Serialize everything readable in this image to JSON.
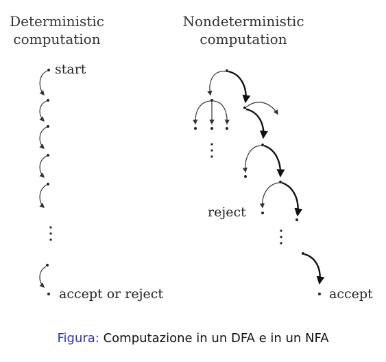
{
  "left_panel": {
    "title_line1": "Deterministic",
    "title_line2": "computation",
    "start_label": "start",
    "end_label": "accept or reject"
  },
  "right_panel": {
    "title_line1": "Nondeterministic",
    "title_line2": "computation",
    "reject_label": "reject",
    "accept_label": "accept"
  },
  "caption": {
    "prefix": "Figura:",
    "text": "Computazione in un DFA e in un NFA"
  },
  "colors": {
    "caption_prefix": "#2b35a8",
    "ink": "#222222"
  }
}
